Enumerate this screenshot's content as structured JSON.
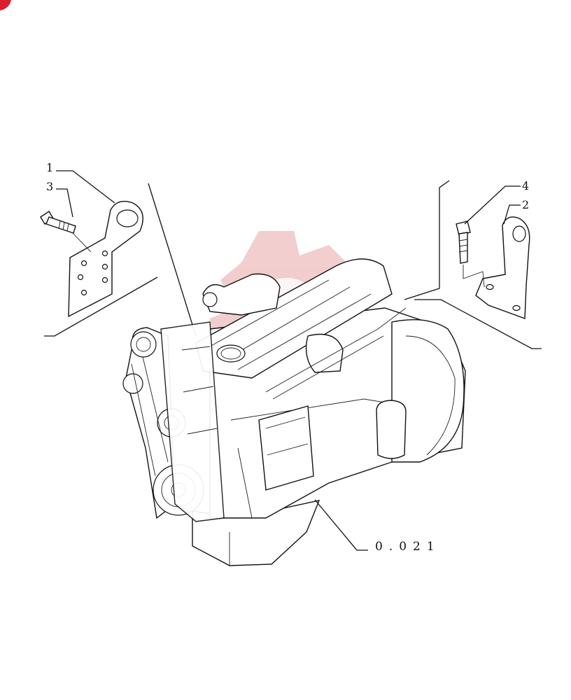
{
  "diagram": {
    "callouts": [
      {
        "id": "1",
        "label": "1"
      },
      {
        "id": "3",
        "label": "3"
      },
      {
        "id": "4",
        "label": "4"
      },
      {
        "id": "2",
        "label": "2"
      }
    ],
    "reference_label": "0.021",
    "parts": {
      "lifting_eye_front": "lifting-eye-bracket-front",
      "bolt_front": "bolt-front",
      "bolt_rear": "bolt-rear",
      "lifting_eye_rear": "lifting-eye-bracket-rear",
      "engine": "diesel-engine-assembly"
    }
  },
  "colors": {
    "line": "#111111",
    "watermark": "#e8a6a6",
    "corner_logo": "#d9202f"
  },
  "icons": {
    "corner": "brand-logo-icon",
    "watermark": "gear-watermark-icon"
  }
}
